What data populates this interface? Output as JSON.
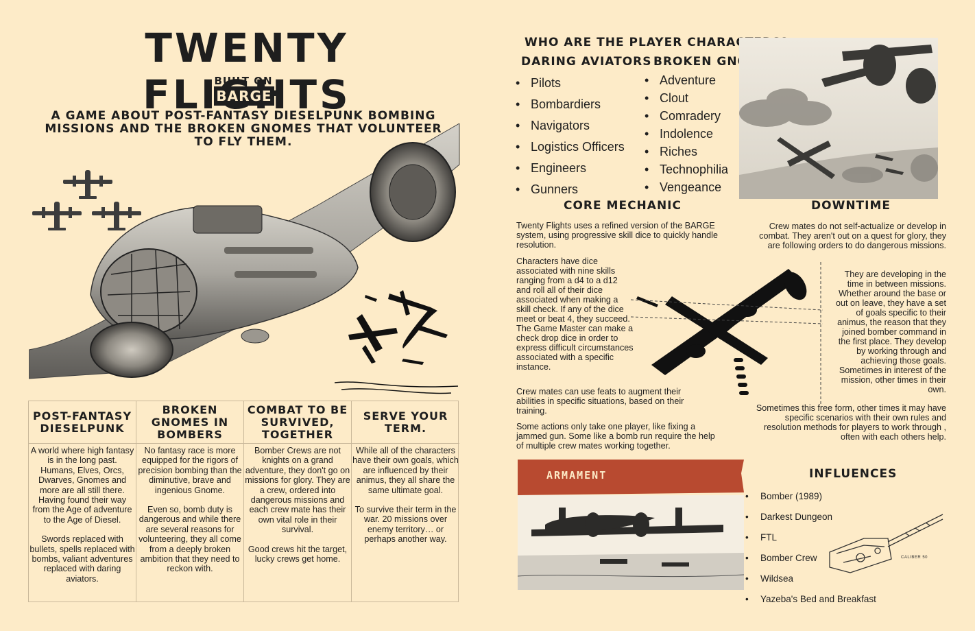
{
  "title": "TWENTY FLIGHTS",
  "built_on": "BUILT ON",
  "barge_logo": "BARGE",
  "tagline": "A GAME ABOUT POST-FANTASY DIESELPUNK BOMBING MISSIONS AND THE BROKEN GNOMES THAT VOLUNTEER TO FLY THEM.",
  "columns": [
    {
      "heading": "POST-FANTASY DIESELPUNK",
      "paragraphs": [
        "A world where high fantasy is in the long past. Humans, Elves, Orcs, Dwarves, Gnomes and more are all still there. Having found their way from the Age of adventure to the Age of Diesel.",
        "Swords replaced with bullets, spells replaced with bombs, valiant adventures replaced with daring aviators."
      ]
    },
    {
      "heading": "BROKEN GNOMES IN BOMBERS",
      "paragraphs": [
        "No fantasy race is more equipped for the rigors of precision bombing than the diminutive, brave and ingenious Gnome.",
        "Even so, bomb duty is dangerous and while there are several reasons for volunteering, they all come from a deeply broken ambition that they need to reckon with."
      ]
    },
    {
      "heading": "COMBAT TO BE SURVIVED, TOGETHER",
      "paragraphs": [
        "Bomber Crews are not knights on a grand adventure, they don't go on missions for glory. They are a crew, ordered into dangerous missions and each crew mate has their own vital role in their survival.",
        "Good crews hit the target, lucky crews get home."
      ]
    },
    {
      "heading": "SERVE YOUR TERM.",
      "paragraphs": [
        "While all of the characters have their own goals, which are influenced by their animus, they all share the same ultimate goal.",
        "To survive their term in the war. 20 missions over enemy territory… or perhaps another way."
      ]
    }
  ],
  "player_characters": {
    "question": "WHO ARE THE PLAYER CHARACTERS?",
    "aviators_heading": "DARING AVIATORS",
    "aviators": [
      "Pilots",
      "Bombardiers",
      "Navigators",
      "Logistics Officers",
      "Engineers",
      "Gunners"
    ],
    "gnomes_heading": "BROKEN GNOMES",
    "gnomes": [
      "Adventure",
      "Clout",
      "Comradery",
      "Indolence",
      "Riches",
      "Technophilia",
      "Vengeance"
    ]
  },
  "core_mechanic": {
    "heading": "CORE MECHANIC",
    "paragraphs": [
      "Twenty Flights uses a refined version of the BARGE system, using progressive skill dice to quickly handle resolution.",
      "Characters have dice associated with nine skills ranging from a d4 to a d12 and roll all of their dice associated when making a skill check. If any of the dice meet or beat 4, they succeed. The Game Master can make a check drop dice in order to express difficult circumstances associated with a specific instance.",
      "Crew mates can use feats to augment their abilities in specific situations, based on their training.",
      "Some actions only take one player, like fixing a jammed gun. Some like a bomb run require the help of multiple crew mates working together."
    ]
  },
  "downtime": {
    "heading": "DOWNTIME",
    "paragraphs": [
      "Crew mates do not self-actualize or develop in combat. They aren't out on a quest for glory, they are following orders to do dangerous missions.",
      "They are developing in the time in between missions. Whether around the base or out on leave, they have a set of goals specific to their animus, the reason that they joined bomber command in the first place. They develop by working through and achieving those goals. Sometimes in interest of the mission, other times in their own.",
      "Sometimes this free form, other times it may have specific scenarios with their own rules and resolution methods for players to work through , often with each others help."
    ]
  },
  "armament_label": "ARMAMENT",
  "caliber_label": "CALIBER 50",
  "influences": {
    "heading": "INFLUENCES",
    "items": [
      "Bomber (1989)",
      "Darkest Dungeon",
      "FTL",
      "Bomber Crew",
      "Wildsea",
      "Yazeba's Bed and Breakfast"
    ]
  },
  "colors": {
    "page_bg": "#fdebc8",
    "ink": "#1e1e1e",
    "armament_red": "#b84a30",
    "rule": "#c9b89a"
  }
}
